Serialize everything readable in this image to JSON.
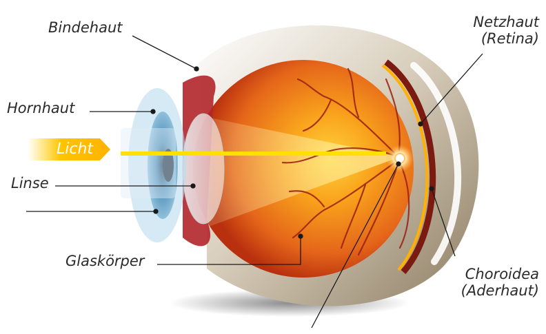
{
  "labels": {
    "bindehaut": "Bindehaut",
    "hornhaut": "Hornhaut",
    "licht": "Licht",
    "linse": "Linse",
    "glaskoerper": "Glaskörper",
    "netzhaut_line1": "Netzhaut",
    "netzhaut_line2": "(Retina)",
    "choroidea_line1": "Choroidea",
    "choroidea_line2": "(Aderhaut)"
  },
  "colors": {
    "light_beam": "#ffe000",
    "eyeball_core": "#f7a21a",
    "eyeball_edge": "#c8400e",
    "sclera": "#a99b83",
    "iris": "#5aa7cf",
    "leader_line": "#1a1a1a"
  }
}
